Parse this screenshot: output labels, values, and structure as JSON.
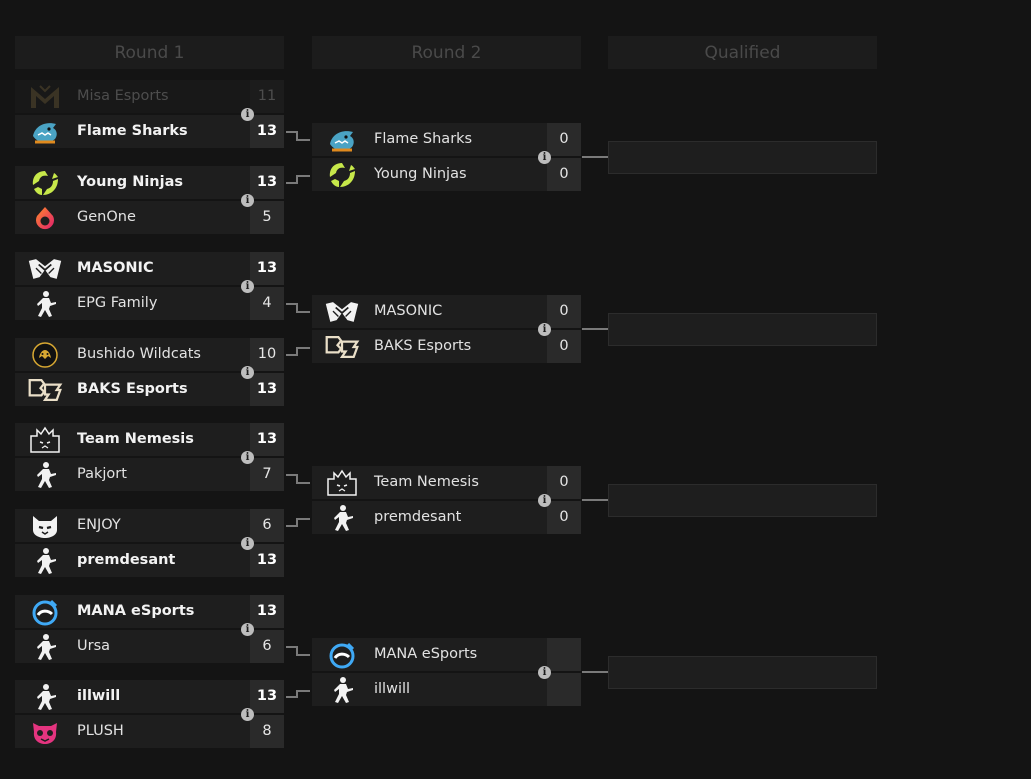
{
  "headers": {
    "round1": "Round 1",
    "round2": "Round 2",
    "qualified": "Qualified"
  },
  "info_glyph": "i",
  "round1": [
    {
      "team1": {
        "name": "Misa Esports",
        "score": "11",
        "logo": "misa-logo-icon"
      },
      "team2": {
        "name": "Flame Sharks",
        "score": "13",
        "logo": "flame-sharks-logo-icon"
      }
    },
    {
      "team1": {
        "name": "Young Ninjas",
        "score": "13",
        "logo": "ninja-logo-icon"
      },
      "team2": {
        "name": "GenOne",
        "score": "5",
        "logo": "genone-logo-icon"
      }
    },
    {
      "team1": {
        "name": "MASONIC",
        "score": "13",
        "logo": "masonic-logo-icon"
      },
      "team2": {
        "name": "EPG Family",
        "score": "4",
        "logo": "soldier-logo-icon"
      }
    },
    {
      "team1": {
        "name": "Bushido Wildcats",
        "score": "10",
        "logo": "bushido-logo-icon"
      },
      "team2": {
        "name": "BAKS Esports",
        "score": "13",
        "logo": "baks-logo-icon"
      }
    },
    {
      "team1": {
        "name": "Team Nemesis",
        "score": "13",
        "logo": "nemesis-logo-icon"
      },
      "team2": {
        "name": "Pakjort",
        "score": "7",
        "logo": "soldier-logo-icon"
      }
    },
    {
      "team1": {
        "name": "ENJOY",
        "score": "6",
        "logo": "enjoy-logo-icon"
      },
      "team2": {
        "name": "premdesant",
        "score": "13",
        "logo": "soldier-logo-icon"
      }
    },
    {
      "team1": {
        "name": "MANA eSports",
        "score": "13",
        "logo": "mana-logo-icon"
      },
      "team2": {
        "name": "Ursa",
        "score": "6",
        "logo": "soldier-logo-icon"
      }
    },
    {
      "team1": {
        "name": "illwill",
        "score": "13",
        "logo": "soldier-logo-icon"
      },
      "team2": {
        "name": "PLUSH",
        "score": "8",
        "logo": "plush-logo-icon"
      }
    }
  ],
  "round2": [
    {
      "team1": {
        "name": "Flame Sharks",
        "score": "0",
        "logo": "flame-sharks-logo-icon"
      },
      "team2": {
        "name": "Young Ninjas",
        "score": "0",
        "logo": "ninja-logo-icon"
      }
    },
    {
      "team1": {
        "name": "MASONIC",
        "score": "0",
        "logo": "masonic-logo-icon"
      },
      "team2": {
        "name": "BAKS Esports",
        "score": "0",
        "logo": "baks-logo-icon"
      }
    },
    {
      "team1": {
        "name": "Team Nemesis",
        "score": "0",
        "logo": "nemesis-logo-icon"
      },
      "team2": {
        "name": "premdesant",
        "score": "0",
        "logo": "soldier-logo-icon"
      }
    },
    {
      "team1": {
        "name": "MANA eSports",
        "score": "",
        "logo": "mana-logo-icon"
      },
      "team2": {
        "name": "illwill",
        "score": "",
        "logo": "soldier-logo-icon"
      }
    }
  ]
}
